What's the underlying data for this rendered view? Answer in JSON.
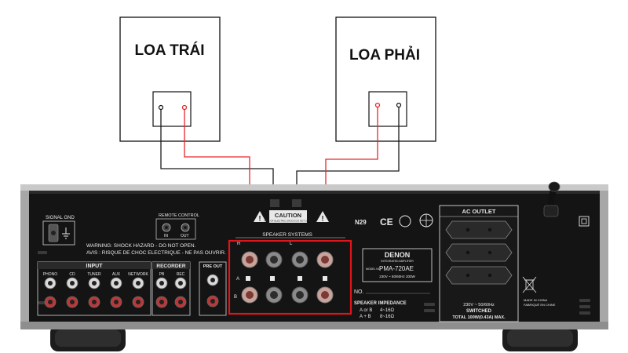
{
  "speakers": {
    "left_label": "LOA TRÁI",
    "right_label": "LOA PHẢI"
  },
  "amplifier": {
    "brand": "DENON",
    "subtitle": "INTEGRATED AMPLIFIER",
    "model": "PMA-720AE",
    "model_prefix": "MODEL NO.",
    "power_spec": "230V ~ 50/60Hz 200W",
    "ac_outlet_title": "AC OUTLET",
    "ac_outlet_spec": "230V ~ 50/60Hz",
    "ac_outlet_switched": "SWITCHED",
    "ac_outlet_total": "TOTAL 100W(0.43A) MAX.",
    "signal_gnd": "SIGNAL GND",
    "remote_control": "REMOTE CONTROL",
    "remote_in": "IN",
    "remote_out": "OUT",
    "warning_1": "WARNING: SHOCK HAZARD - DO NOT OPEN.",
    "warning_2": "AVIS : RISQUE DE CHOC ELECTRIQUE - NE PAS OUVRIR.",
    "caution": "CAUTION",
    "caution_sub": "RISK OF ELECTRIC SHOCK DO NOT OPEN",
    "speaker_systems": "SPEAKER SYSTEMS",
    "speaker_impedance": "SPEAKER IMPEDANCE",
    "impedance_a_or_b": "A or B",
    "impedance_a_or_b_val": "4~16Ω",
    "impedance_a_and_b": "A + B",
    "impedance_a_and_b_val": "8~16Ω",
    "channel_l": "L",
    "channel_r": "R",
    "speaker_a": "A",
    "speaker_b": "B",
    "input_title": "INPUT",
    "recorder_title": "RECORDER",
    "pre_out_title": "PRE OUT",
    "inputs": [
      "PHONO",
      "CD",
      "TUNER",
      "AUX",
      "NETWORK"
    ],
    "recorder_inputs": [
      "PB",
      "REC"
    ],
    "serial_label": "NO.",
    "cert_n29": "N29",
    "made_in": "MADE IN CHINA",
    "fabrique": "FABRIQUÉ EN CHINE"
  },
  "colors": {
    "red_wire": "#e8262b",
    "black_wire": "#1a1a1a",
    "chassis": "#141414",
    "silver": "#a8a8a8",
    "highlight_box": "#e0141b"
  },
  "icons": [
    "ground-icon",
    "warning-triangle-icon",
    "ce-mark-icon",
    "recycle-bin-icon",
    "ac-socket-icon",
    "power-cord-icon"
  ]
}
